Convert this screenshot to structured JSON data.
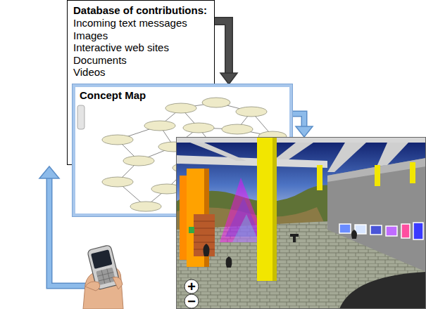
{
  "diagram": {
    "nodes": [
      {
        "text": [
          "Database of contributions:",
          "Incoming text messages",
          "Images",
          "Interactive web sites",
          "Documents",
          "Videos"
        ]
      },
      {
        "text": [
          "Concept Map"
        ]
      },
      {
        "text": [
          "+",
          "−"
        ]
      }
    ],
    "edges": [
      {
        "from": 0,
        "to": 1,
        "arrow": "to"
      },
      {
        "from": 1,
        "to": 2,
        "arrow": "to"
      }
    ]
  }
}
